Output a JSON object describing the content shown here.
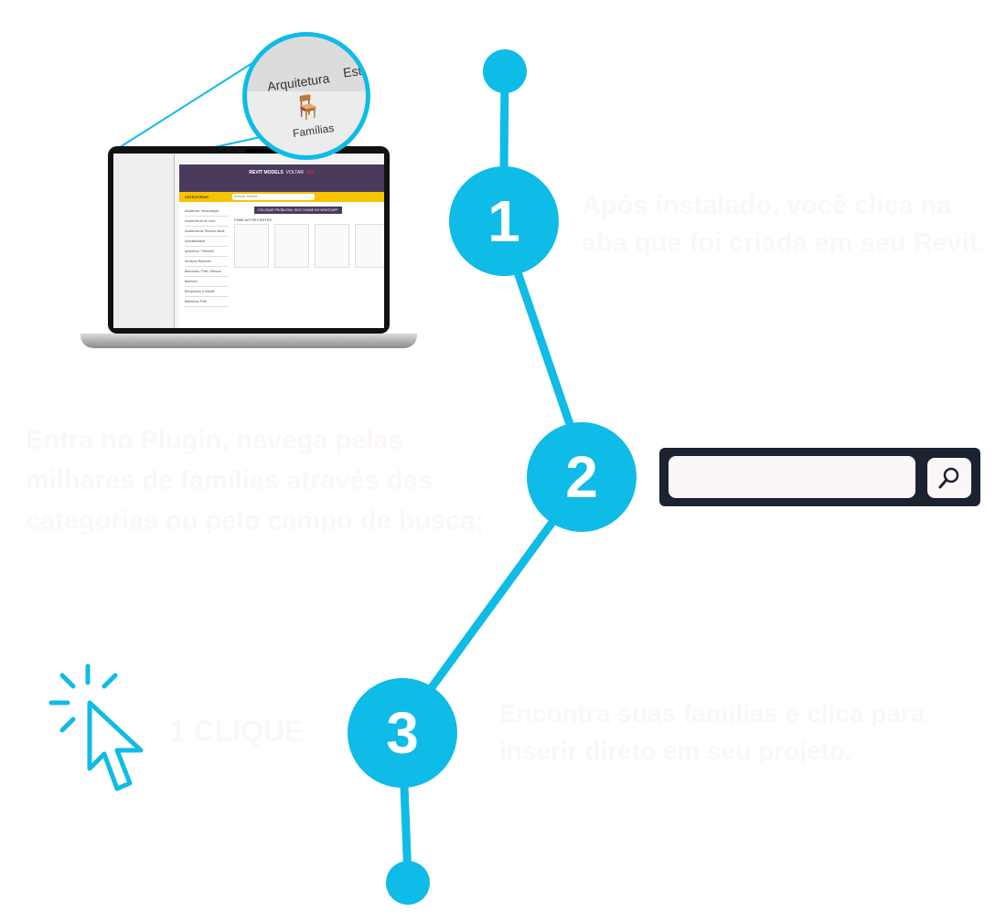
{
  "steps": [
    {
      "number": "1",
      "text": "Após instalado, você clica na aba que foi criada em seu Revit."
    },
    {
      "number": "2",
      "text": "Entra no Plugin, navega pelas milhares de famílias através das categorias ou pelo campo de busca;"
    },
    {
      "number": "3",
      "text": "Encontra suas famílias e clica para inserir direto em seu projeto."
    }
  ],
  "click_label": "1 CLIQUE",
  "zoom_callout": {
    "tab_label": "Arquitetura",
    "tab_next": "Estr",
    "button_label": "Famílias"
  },
  "laptop_screen": {
    "brand": "REVIT MODELS",
    "nav": [
      "VOLTAR",
      "Sair"
    ],
    "search_placeholder": "Buscar família",
    "categories_button": "CATEGORIAS",
    "banner": "COLOQUE PROBLEMA, NOS CHAME NO WHATSAPP",
    "section_title": "FAMÍLIAS RECENTES:",
    "categories": [
      "Academia / Musculação",
      "Academia ao Ar Livre",
      "Academia da Terceira Idade",
      "Acessibilidade",
      "Aparelhos / Telefone",
      "Armários Banheiro",
      "Bancadas / Pias / Bancos",
      "Banheiro",
      "Brinquedos & Infantil",
      "Banheiros PNE"
    ]
  },
  "colors": {
    "accent": "#0fbbe7",
    "search_bg": "#1b2230",
    "text": "#fcf7f7"
  }
}
